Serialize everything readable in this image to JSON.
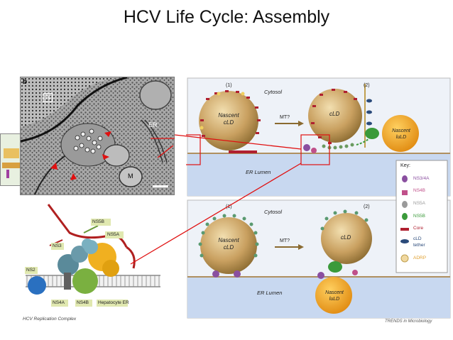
{
  "slide": {
    "title": "HCV Life Cycle: Assembly"
  },
  "micrograph": {
    "panel_letter": "b",
    "labels": [
      "N",
      "ER",
      "M"
    ]
  },
  "replication_complex": {
    "caption": "HCV Replication Complex",
    "labels": {
      "ns5b": "NS5B",
      "ns5a": "NS5A",
      "ns3": "NS3",
      "ns2": "NS2",
      "ns4a": "NS4A",
      "ns4b": "NS4B",
      "hepatocyte_er": "Hepatocyte ER"
    }
  },
  "top_panel": {
    "step1": "(1)",
    "step2": "(2)",
    "cytosol": "Cytosol",
    "er_lumen": "ER Lumen",
    "nascent_cld_1": "Nascent",
    "nascent_cld_2": "cLD",
    "arrow_label": "MT?",
    "cld": "cLD",
    "nascent_luld_1": "Nascent",
    "nascent_luld_2": "luLD"
  },
  "bottom_panel": {
    "step1": "(1)",
    "step2": "(2)",
    "cytosol": "Cytosol",
    "er_lumen": "ER Lumen",
    "nascent_cld_1": "Nascent",
    "nascent_cld_2": "cLD",
    "arrow_label": "MT?",
    "cld": "cLD",
    "nascent_luld_1": "Nascent",
    "nascent_luld_2": "luLD"
  },
  "key": {
    "title": "Key:",
    "items": [
      {
        "label": "NS3/4A",
        "color": "#8a4fa0"
      },
      {
        "label": "NS4B",
        "color": "#c0508a"
      },
      {
        "label": "NS5A",
        "color": "#9a9a9a"
      },
      {
        "label": "NS5B",
        "color": "#3a9a3a"
      },
      {
        "label": "Core",
        "color": "#b02030"
      },
      {
        "label": "cLD",
        "color": "#2a4a7a"
      },
      {
        "label": "tether",
        "color": "#2a4a7a"
      },
      {
        "label": "ADRP",
        "color": "#e0a030"
      }
    ]
  },
  "credit": "TRENDS in Microbiology",
  "colors": {
    "highlight_red": "#e01010",
    "lipid_droplet": "#c9a060",
    "luld_orange": "#f0a020",
    "er_lumen_blue": "#c8d8f0"
  }
}
